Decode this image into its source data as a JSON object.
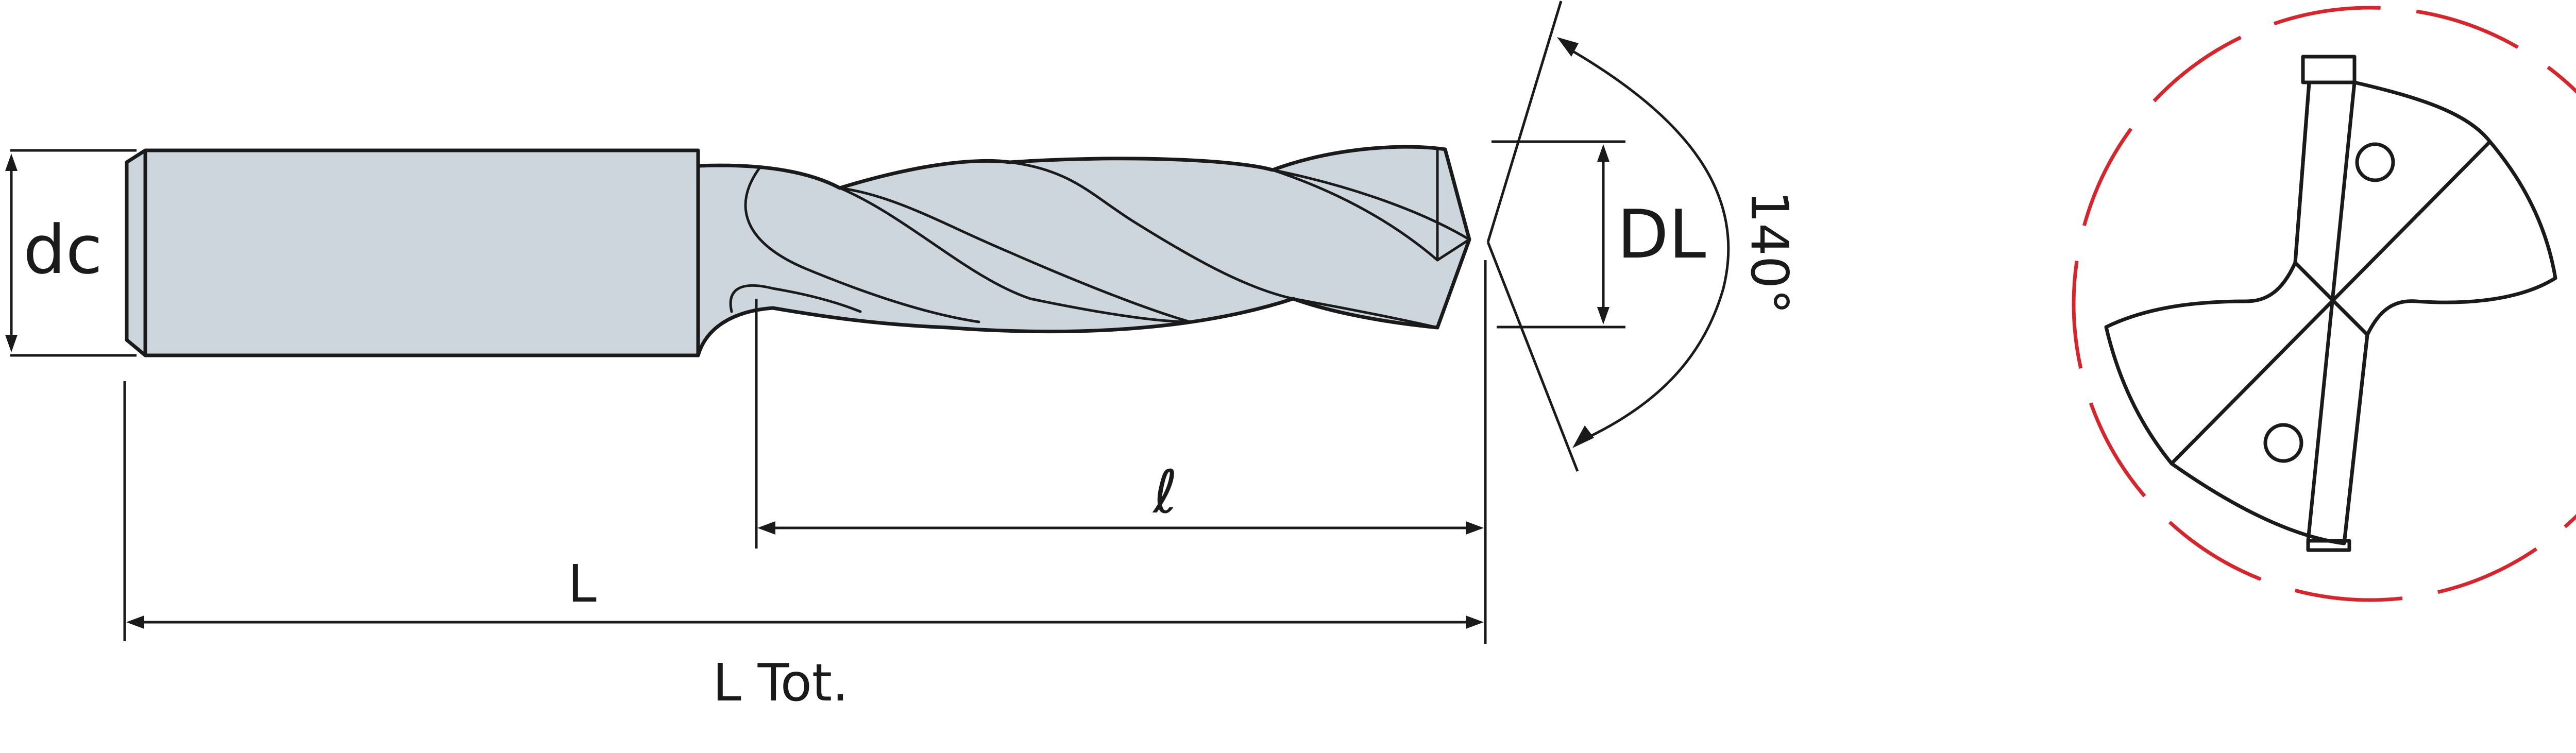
{
  "labels": {
    "dc": "dc",
    "dl": "DL",
    "angle": "140°",
    "flute_length": "ℓ",
    "length": "L",
    "total_length": "L Tot."
  },
  "colors": {
    "tool_body": "#ccd6dc",
    "outline": "#1a1a1a",
    "cutting_circle": "#d8242b"
  }
}
